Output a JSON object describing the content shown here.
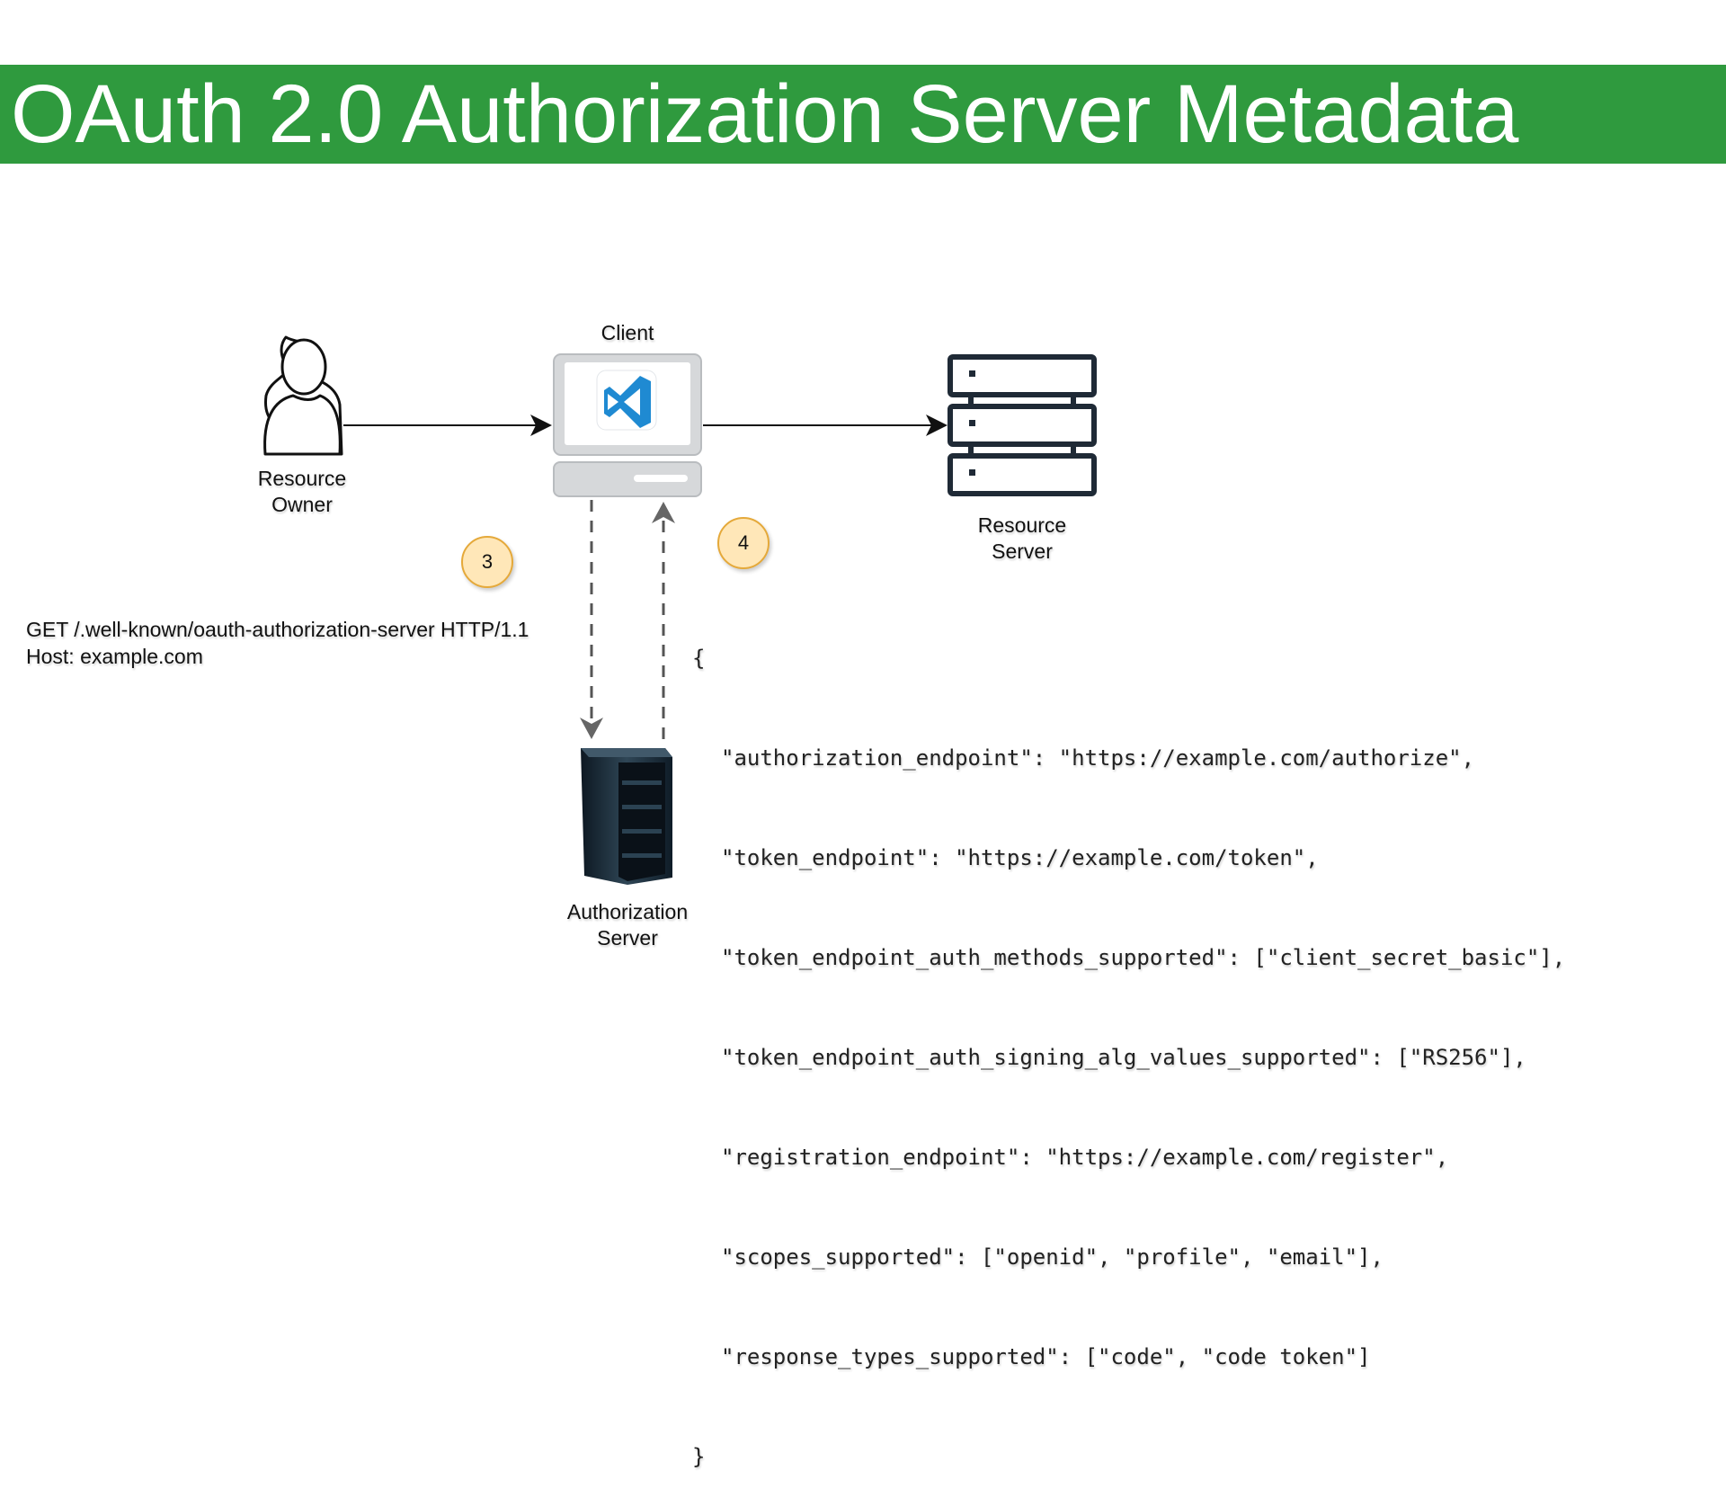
{
  "title": "OAuth 2.0 Authorization Server Metadata",
  "labels": {
    "client": "Client",
    "resource_owner_line1": "Resource",
    "resource_owner_line2": "Owner",
    "resource_server_line1": "Resource",
    "resource_server_line2": "Server",
    "auth_server_line1": "Authorization",
    "auth_server_line2": "Server"
  },
  "steps": {
    "step3": "3",
    "step4": "4"
  },
  "request": {
    "line1": "GET /.well-known/oauth-authorization-server HTTP/1.1",
    "line2": "Host: example.com"
  },
  "response": {
    "open": "{",
    "close": "}",
    "lines": [
      "\"authorization_endpoint\": \"https://example.com/authorize\",",
      "\"token_endpoint\": \"https://example.com/token\",",
      "\"token_endpoint_auth_methods_supported\": [\"client_secret_basic\"],",
      "\"token_endpoint_auth_signing_alg_values_supported\": [\"RS256\"],",
      "\"registration_endpoint\": \"https://example.com/register\",",
      "\"scopes_supported\": [\"openid\", \"profile\", \"email\"],",
      "\"response_types_supported\": [\"code\", \"code token\"]"
    ]
  },
  "icons": {
    "resource_owner": "person-icon",
    "client": "vscode-monitor-icon",
    "resource_server": "server-rack-icon",
    "auth_server": "server-tower-icon"
  },
  "colors": {
    "title_bar": "#2f9a3e",
    "badge_fill": "#ffe7b8",
    "badge_border": "#e5a93a"
  }
}
